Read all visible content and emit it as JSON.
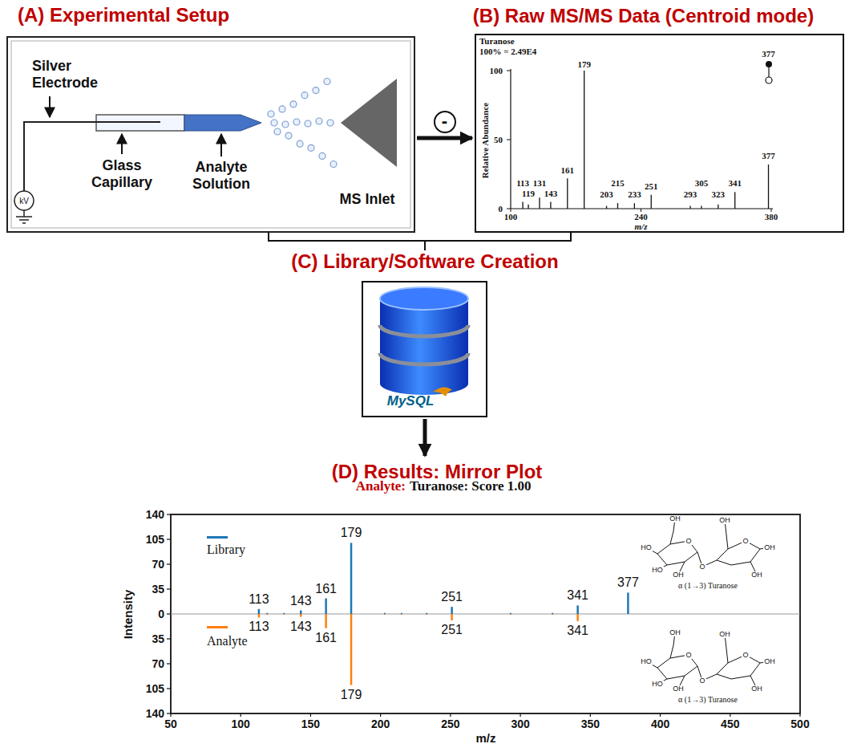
{
  "diagram": {
    "nodes": [
      {
        "text": [
          "(A) Experimental Setup"
        ]
      },
      {
        "text": [
          "(B) Raw MS/MS Data (Centroid mode)"
        ]
      },
      {
        "text": [
          "(C) Library/Software Creation"
        ]
      },
      {
        "text": [
          "(D) Results: Mirror Plot"
        ]
      }
    ],
    "edges": [
      {
        "from": 0,
        "to": 1,
        "arrow": "to",
        "label": "-"
      },
      {
        "from": 0,
        "to": 2,
        "arrow": "none"
      },
      {
        "from": 1,
        "to": 2,
        "arrow": "none"
      },
      {
        "from": 2,
        "to": 3,
        "arrow": "to"
      }
    ],
    "labels": [
      "Silver Electrode",
      "Glass Capillary",
      "Analyte Solution",
      "MS Inlet",
      "kV",
      "Turanose",
      "100% = 2.49E4",
      "100",
      "50",
      "0",
      "Relative Abundance",
      "100",
      "240",
      "380",
      "m/z",
      "113",
      "119",
      "131",
      "143",
      "161",
      "179",
      "203",
      "215",
      "233",
      "251",
      "293",
      "305",
      "323",
      "341",
      "377",
      "377",
      "MySQL",
      "Analyte:",
      "Turanose: Score 1.00",
      "140",
      "105",
      "70",
      "35",
      "0",
      "35",
      "70",
      "105",
      "140",
      "50",
      "100",
      "150",
      "200",
      "250",
      "300",
      "350",
      "400",
      "450",
      "500",
      "Intensity",
      "m/z",
      "113",
      "143",
      "161",
      "179",
      "251",
      "341",
      "377",
      "113",
      "143",
      "161",
      "179",
      "251",
      "341",
      "α (1→3) Turanose",
      "α (1→3) Turanose",
      "OH",
      "O",
      "HO",
      "HO",
      "OH",
      "O",
      "OH",
      "O",
      "OH",
      "OH",
      "OH",
      "O",
      "HO",
      "HO",
      "OH",
      "O",
      "OH",
      "O",
      "OH",
      "OH"
    ],
    "legend": [
      {
        "text": "Library",
        "color": "#1f77b4"
      },
      {
        "text": "Analyte",
        "color": "#ff7f0e"
      }
    ]
  }
}
